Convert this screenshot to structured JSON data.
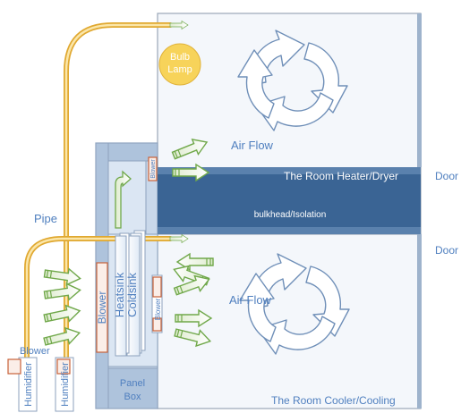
{
  "labels": {
    "bulb_lamp_line1": "Bulb",
    "bulb_lamp_line2": "Lamp",
    "air_flow_top": "Air Flow",
    "air_flow_bottom": "Air Flow",
    "room_heater": "The Room Heater/Dryer",
    "room_cooler": "The Room Cooler/Cooling",
    "door_top": "Door",
    "door_bottom": "Door",
    "bulkhead": "bulkhead/Isolation",
    "pipe": "Pipe",
    "blower_outside": "Blower",
    "blower_main": "Blower",
    "blower_small_top": "Blower",
    "blower_small_right": "Blower",
    "heatsink": "Heatsink",
    "coldsink": "Coldsink",
    "panel_box_line1": "Panel",
    "panel_box_line2": "Box",
    "humidifier_1": "Humidifier",
    "humidifier_2": "Humidifier"
  },
  "colors": {
    "room_fill": "#f4f7fb",
    "room_stroke": "#9aa7b8",
    "wall_blue": "#aec3dc",
    "bulkhead_fill": "#3a6494",
    "lamp_yellow": "#f7d35a",
    "arrow_green": "#70a84a",
    "pipe_yellow": "#f2c464",
    "blower_orange": "#c9623a",
    "text_blue": "#4f7fbf"
  }
}
